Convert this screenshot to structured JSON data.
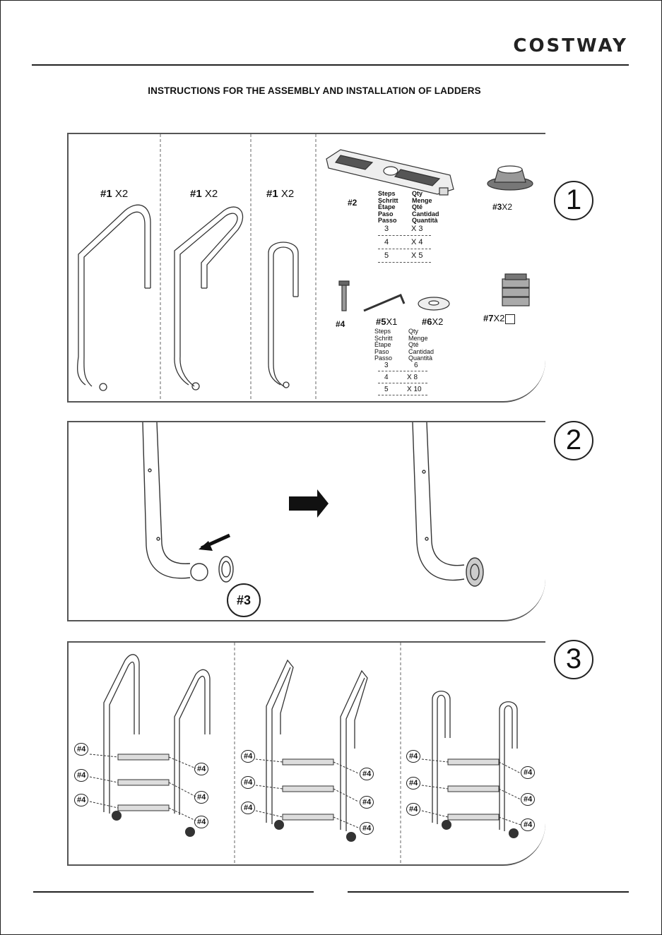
{
  "header": {
    "brand": "COSTWAY",
    "title": "INSTRUCTIONS FOR THE ASSEMBLY AND INSTALLATION OF LADDERS"
  },
  "step1": {
    "number": "1",
    "part1_tag": "#1",
    "part1_qty": "X2",
    "part2_tag": "#2",
    "part3_tag": "#3",
    "part3_qty": "X2",
    "part4_tag": "#4",
    "part5_tag": "#5",
    "part5_qty": "X1",
    "part6_tag": "#6",
    "part6_qty": "X2",
    "part7_tag": "#7",
    "part7_qty": "X2",
    "steps_headers": [
      "Steps",
      "Schritt",
      "Étape",
      "Paso",
      "Passo"
    ],
    "qty_headers": [
      "Qty",
      "Menge",
      "Qté",
      "Cantidad",
      "Quantità"
    ],
    "table2_rows": [
      {
        "steps": "3",
        "qty": "X 3"
      },
      {
        "steps": "4",
        "qty": "X 4"
      },
      {
        "steps": "5",
        "qty": "X 5"
      }
    ],
    "table4_rows": [
      {
        "steps": "3",
        "qty": "6"
      },
      {
        "steps": "4",
        "qty": "X 8"
      },
      {
        "steps": "5",
        "qty": "X 10"
      }
    ]
  },
  "step2": {
    "number": "2",
    "part_tag": "#3"
  },
  "step3": {
    "number": "3",
    "bolt_tag": "#4"
  }
}
